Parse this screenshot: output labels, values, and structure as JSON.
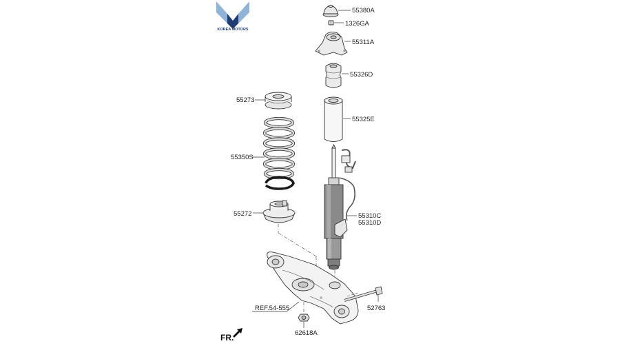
{
  "brand": {
    "name": "KOREA MOTORS",
    "colors": {
      "dark": "#1f3d73",
      "light": "#8fb4d8"
    }
  },
  "parts": {
    "p55380A": "55380A",
    "p1326GA": "1326GA",
    "p55311A": "55311A",
    "p55326D": "55326D",
    "p55273": "55273",
    "p55325E": "55325E",
    "p55350S": "55350S",
    "p55272": "55272",
    "p55310C": "55310C",
    "p55310D": "55310D",
    "p52763": "52763",
    "ref": "REF.54-555",
    "p62618A": "62618A"
  },
  "direction": {
    "label": "FR."
  },
  "colors": {
    "line": "#333333",
    "part_fill": "#ececec",
    "shock_body": "#8a8a8a",
    "spring": "#d8d8d8",
    "spring_seat_dark": "#1a1a1a"
  }
}
